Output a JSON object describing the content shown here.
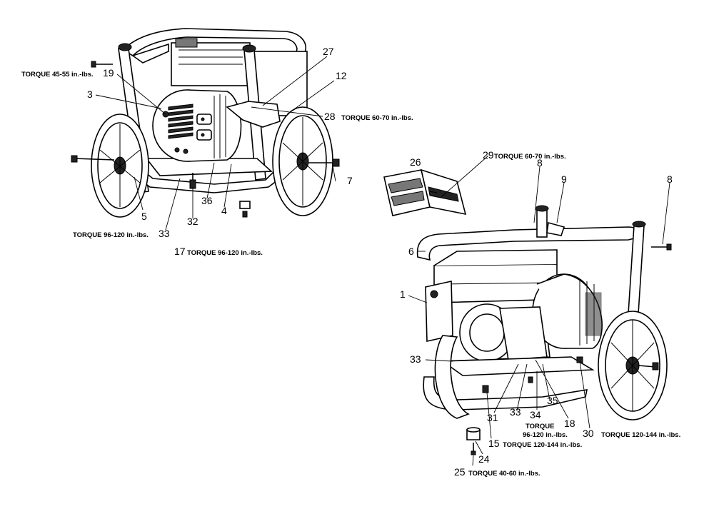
{
  "callouts": {
    "c19": "19",
    "c3": "3",
    "c27": "27",
    "c12": "12",
    "c28": "28",
    "c7": "7",
    "c5": "5",
    "c33a": "33",
    "c32": "32",
    "c36": "36",
    "c4": "4",
    "c17": "17",
    "c26": "26",
    "c29": "29",
    "c8a": "8",
    "c9": "9",
    "c8b": "8",
    "c6": "6",
    "c1": "1",
    "c33b": "33",
    "c35": "35",
    "c34": "34",
    "c18": "18",
    "c31": "31",
    "c33c": "33",
    "c15": "15",
    "c30": "30",
    "c24": "24",
    "c25": "25"
  },
  "torque": {
    "t19": "TORQUE 45-55 in.-lbs.",
    "t28": "TORQUE 60-70 in.-lbs.",
    "t5": "TORQUE 96-120 in.-lbs.",
    "t17": "TORQUE 96-120 in.-lbs.",
    "t29": "TORQUE 60-70 in.-lbs.",
    "t34a": "TORQUE",
    "t34b": "96-120 in.-lbs.",
    "t15": "TORQUE 120-144 in.-lbs.",
    "t30": "TORQUE 120-144 in.-lbs.",
    "t25": "TORQUE 40-60 in.-lbs."
  }
}
